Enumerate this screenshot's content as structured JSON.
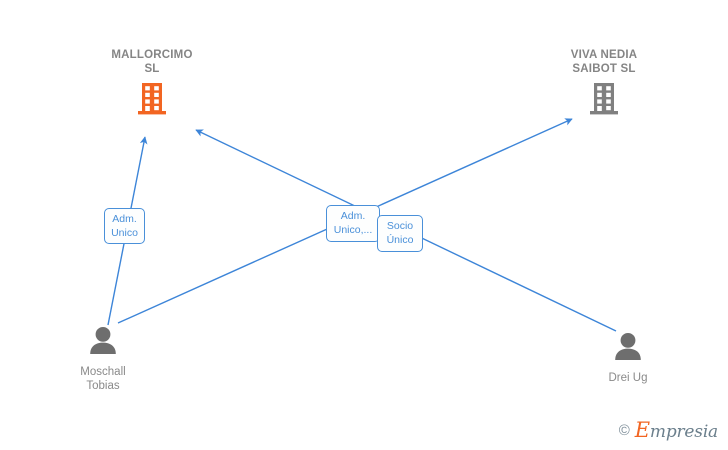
{
  "diagram": {
    "title": "Empresia relationship graph",
    "colors": {
      "link": "#3d85d8",
      "chip_border": "#4a90d9",
      "chip_text": "#4a90d9",
      "company_active": "#f26522",
      "company_inactive": "#808080",
      "person": "#6e6e6e",
      "label_text": "#858585",
      "background": "#ffffff"
    }
  },
  "companies": [
    {
      "id": "mallorcimo",
      "name": "MALLORCIMO\nSL",
      "icon": "building-icon",
      "state": "active",
      "color": "#f26522"
    },
    {
      "id": "viva-nedia",
      "name": "VIVA NEDIA\nSAIBOT  SL",
      "icon": "building-icon",
      "state": "inactive",
      "color": "#808080"
    }
  ],
  "people": [
    {
      "id": "moschall-tobias",
      "name": "Moschall\nTobias",
      "icon": "person-icon"
    },
    {
      "id": "drei-ug",
      "name": "Drei Ug",
      "icon": "person-icon"
    }
  ],
  "relations": [
    {
      "id": "rel-adm-unico-left",
      "label": "Adm.\nUnico",
      "from": "moschall-tobias",
      "to": "mallorcimo"
    },
    {
      "id": "rel-adm-unico-center",
      "label": "Adm.\nUnico,...",
      "from": "moschall-tobias",
      "to": "viva-nedia"
    },
    {
      "id": "rel-socio-unico",
      "label": "Socio\nÚnico",
      "from": "drei-ug",
      "to": "mallorcimo"
    }
  ],
  "watermark": {
    "copyright": "©",
    "brand_initial": "E",
    "brand_rest": "mpresia"
  }
}
